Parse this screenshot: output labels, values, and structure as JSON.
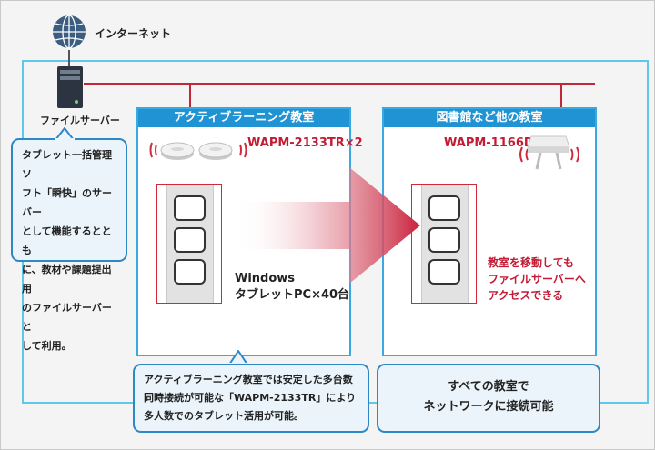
{
  "internet": {
    "label": "インターネット",
    "icon": "globe-icon"
  },
  "server": {
    "label": "ファイルサーバー",
    "icon": "server-tower-icon"
  },
  "callouts": {
    "server": [
      "タブレット一括管理ソ",
      "フト「瞬快」のサーバー",
      "として機能するととも",
      "に、教材や課題提出用",
      "のファイルサーバーと",
      "して利用。"
    ],
    "active": [
      "アクティブラーニング教室では安定した多台数",
      "同時接続が可能な「WAPM-2133TR」により",
      "多人数でのタブレット活用が可能。"
    ],
    "all_rooms": [
      "すべての教室で",
      "ネットワークに接続可能"
    ]
  },
  "rooms": {
    "active": {
      "title": "アクティブラーニング教室",
      "ap_model": "WAPM-2133TR×2",
      "devices": [
        "Windows",
        "タブレットPC×40台"
      ]
    },
    "other": {
      "title": "図書館など他の教室",
      "ap_model": "WAPM-1166D",
      "message": [
        "教室を移動しても",
        "ファイルサーバーへ",
        "アクセスできる"
      ]
    }
  },
  "colors": {
    "accent_blue": "#1f93d3",
    "frame_cyan": "#5ec8ec",
    "accent_red": "#c31b34",
    "line_red": "#c0283a"
  }
}
